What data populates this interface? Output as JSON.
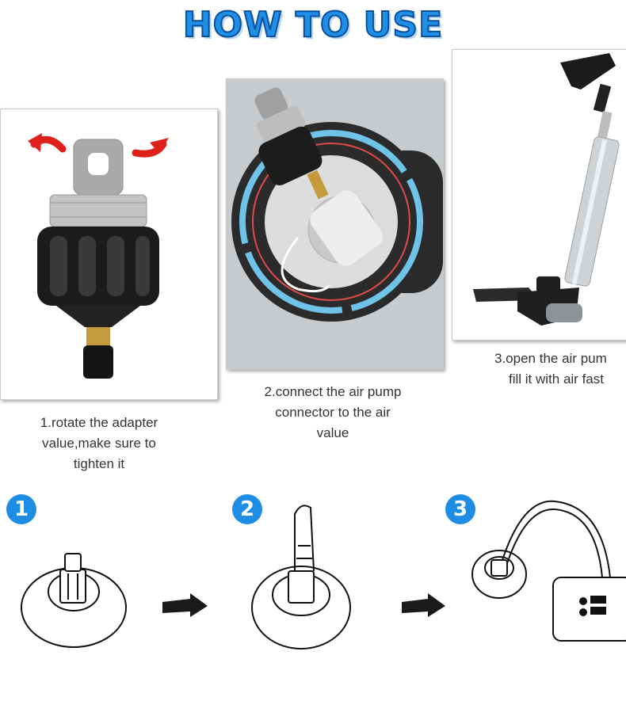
{
  "title": "HOW TO USE",
  "steps": [
    {
      "caption_lines": [
        "1.rotate the adapter",
        "value,make sure to",
        "tighten it"
      ]
    },
    {
      "caption_lines": [
        "2.connect the air pump",
        "connector to the air",
        "value"
      ]
    },
    {
      "caption_lines": [
        "3.open the air pum",
        "fill it with air fast"
      ]
    }
  ],
  "diagram_badges": [
    "1",
    "2",
    "3"
  ],
  "colors": {
    "title": "#1f8fe6",
    "badge": "#1e8de4",
    "arrow_red": "#e0201b",
    "ring_blue": "#6fc3e8"
  }
}
